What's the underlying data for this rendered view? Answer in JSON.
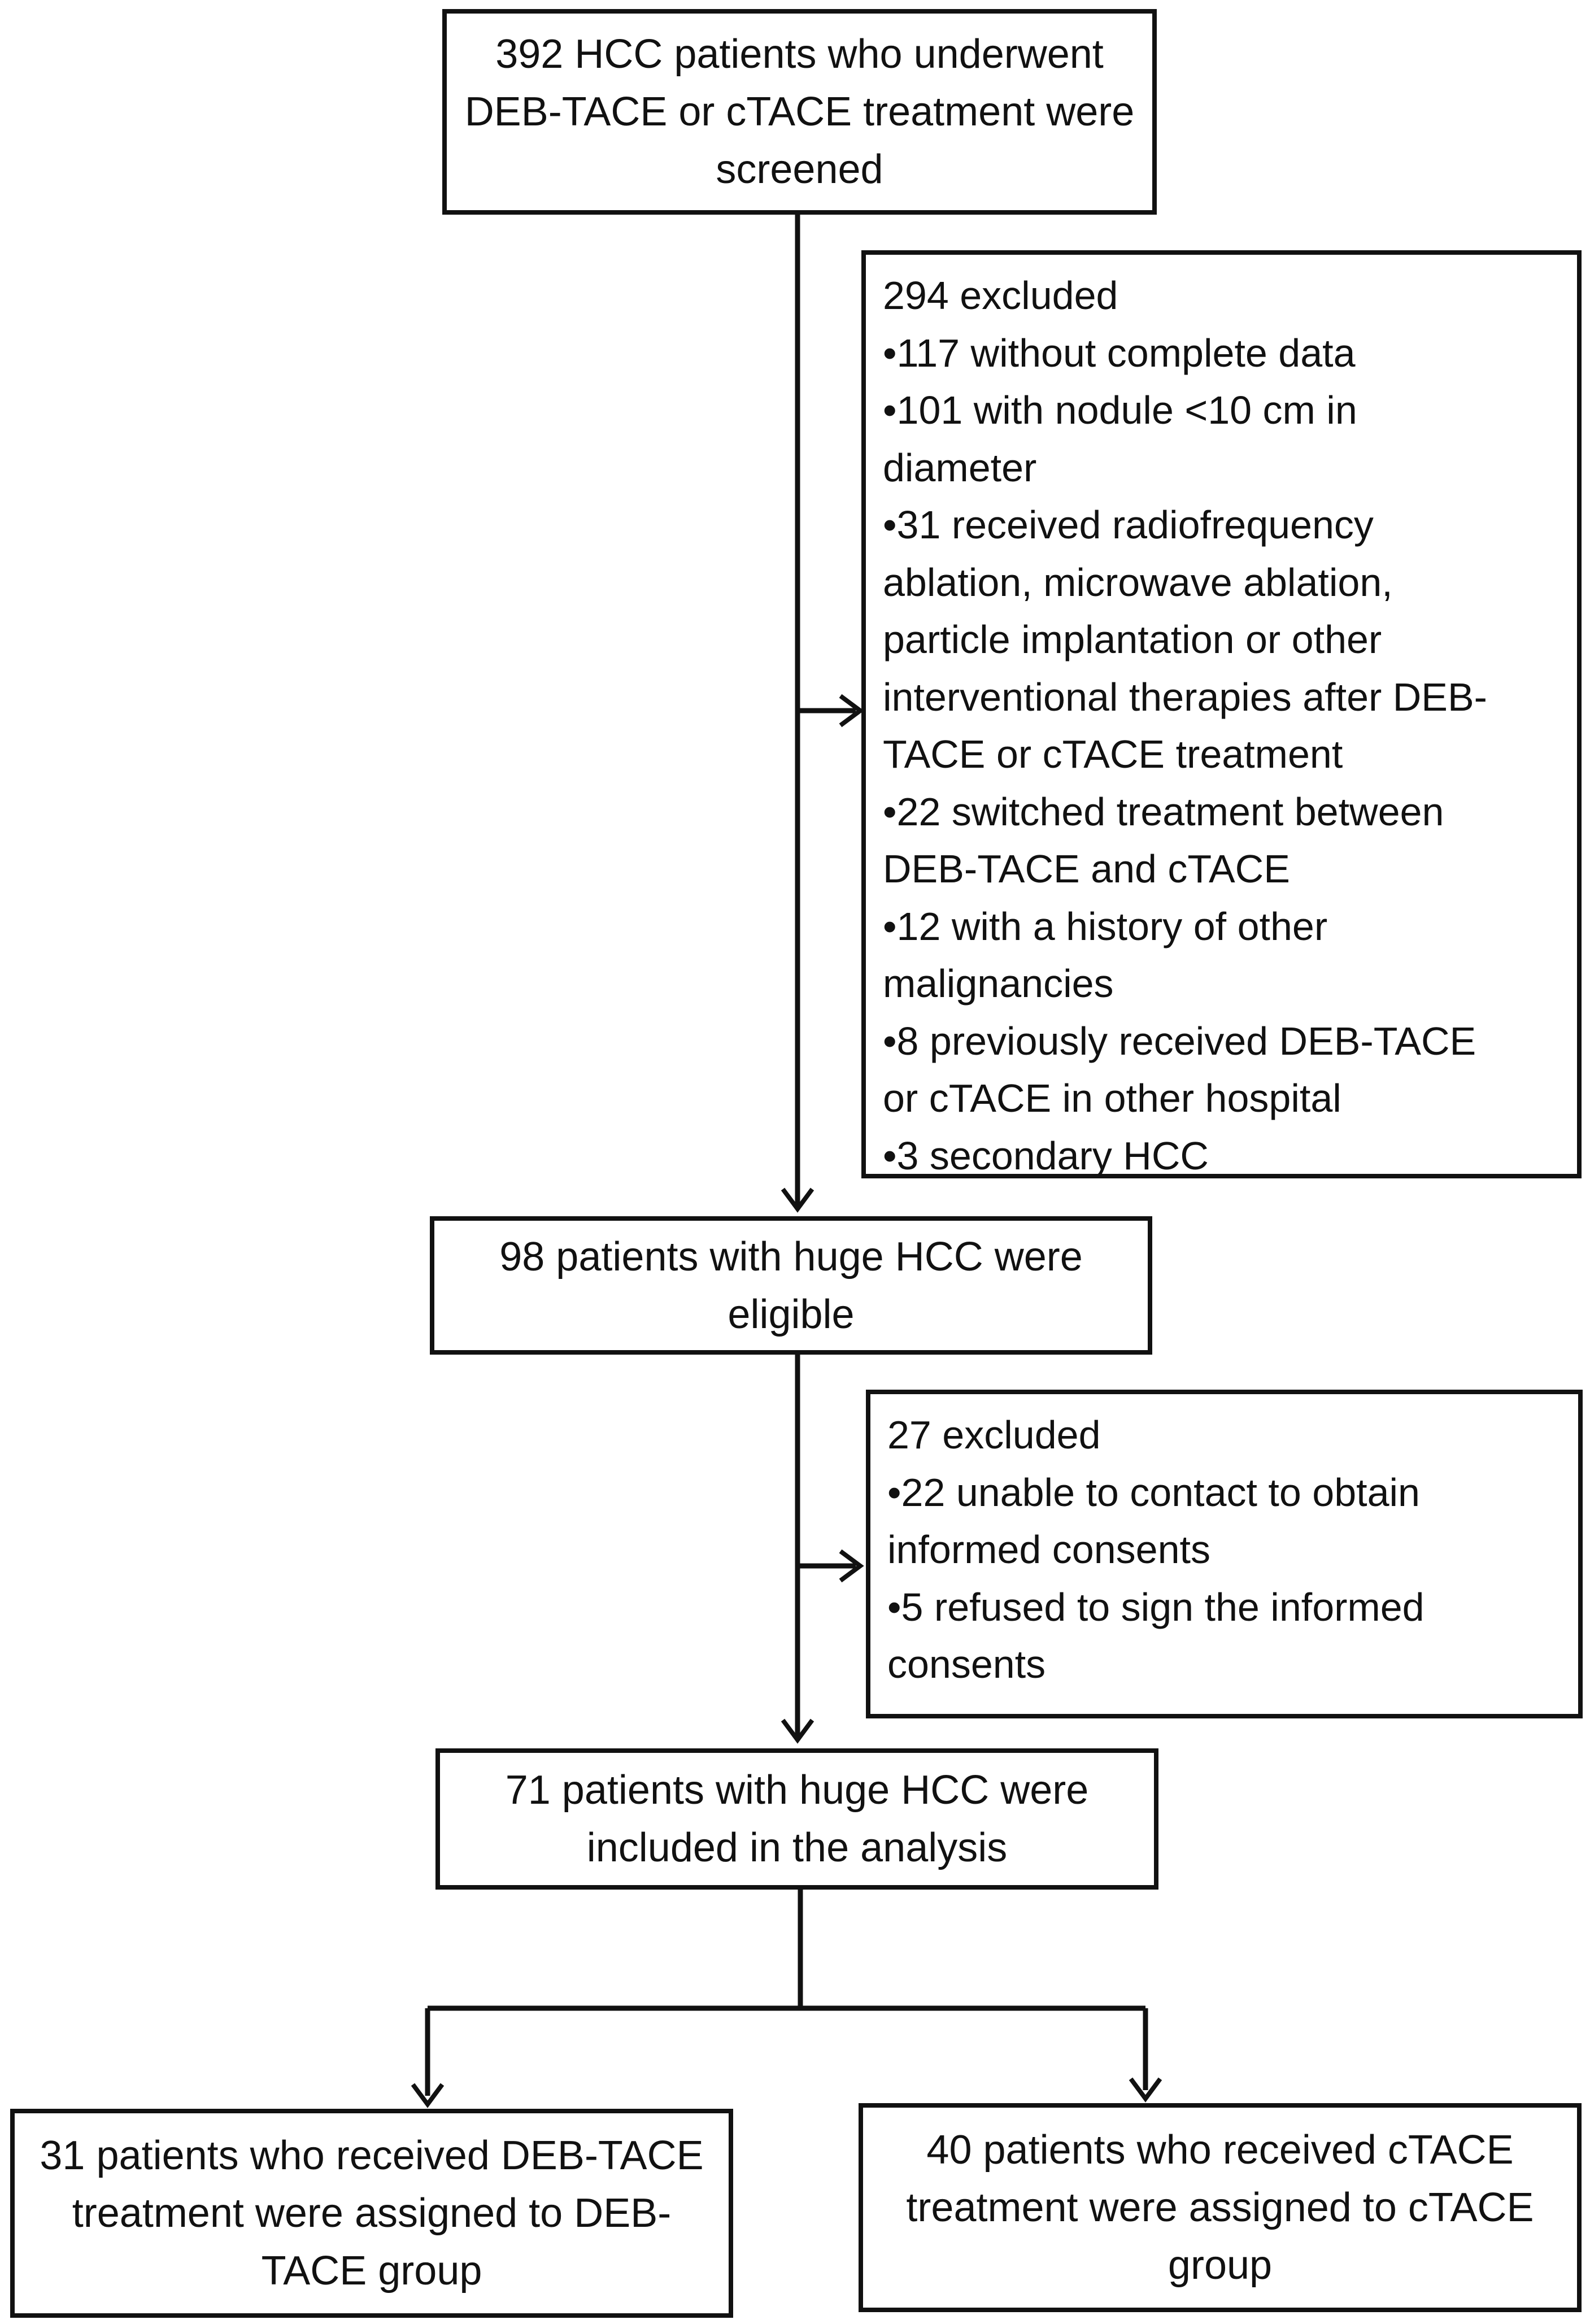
{
  "flowchart": {
    "screened": "392 HCC patients who underwent DEB-TACE or cTACE treatment were screened",
    "exclusion1": {
      "lines": [
        "294 excluded",
        "•117 without complete data",
        "•101 with nodule <10 cm in",
        "diameter",
        "•31 received radiofrequency",
        "ablation, microwave ablation,",
        "particle implantation or other",
        "interventional therapies after DEB-",
        "TACE or cTACE treatment",
        "•22 switched treatment between",
        "DEB-TACE and cTACE",
        "•12 with a history of other",
        "malignancies",
        "•8 previously received DEB-TACE",
        "or cTACE in other hospital",
        "•3 secondary HCC"
      ]
    },
    "eligible": "98 patients with huge HCC were eligible",
    "exclusion2": {
      "lines": [
        "27 excluded",
        "•22 unable to contact to obtain",
        "informed consents",
        "•5 refused to sign the informed",
        "consents"
      ]
    },
    "included": "71 patients with huge HCC were included in the analysis",
    "group_deb": "31 patients who received DEB-TACE treatment were assigned to DEB-TACE group",
    "group_ctace": "40 patients who received cTACE treatment were assigned to cTACE group"
  }
}
